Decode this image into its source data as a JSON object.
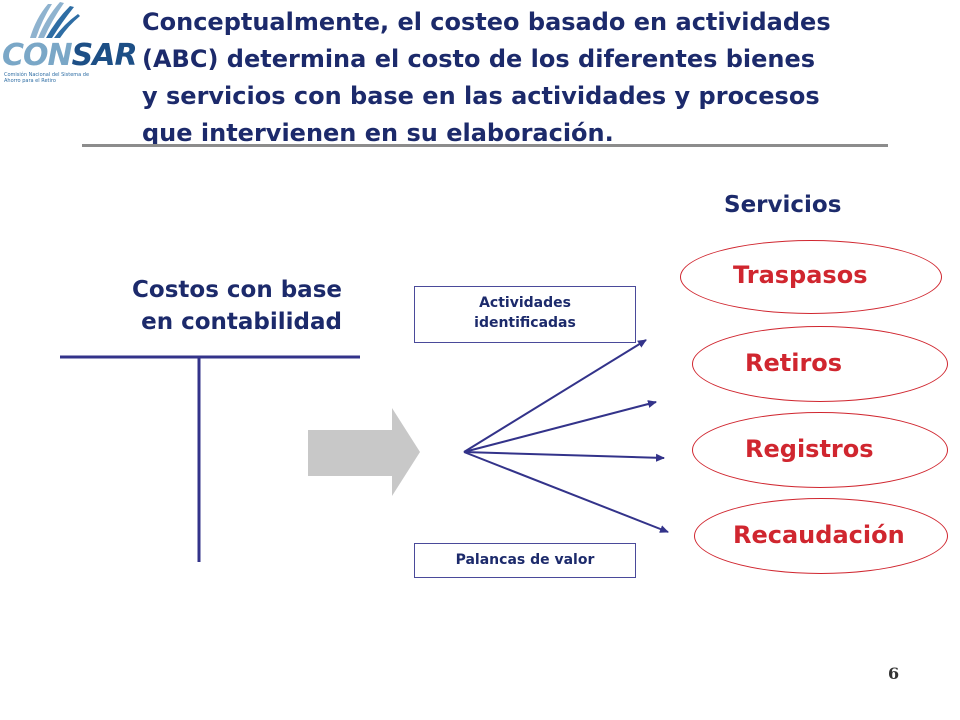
{
  "logo": {
    "text_con": "CON",
    "text_sar": "SAR",
    "subtitle": "Comisión Nacional del Sistema de Ahorro para el Retiro"
  },
  "title": {
    "line1": "Conceptualmente, el costeo basado en actividades",
    "line2": "(ABC) determina  el costo de los diferentes bienes",
    "line3": "y servicios con base en las actividades y procesos",
    "line4": "que intervienen en su elaboración."
  },
  "ledger": {
    "line1": "Costos con base",
    "line2": "en contabilidad"
  },
  "boxes": {
    "actividades_line1": "Actividades",
    "actividades_line2": "identificadas",
    "palancas": "Palancas de valor"
  },
  "servicios": {
    "title": "Servicios",
    "items": [
      "Traspasos",
      "Retiros",
      "Registros",
      "Recaudación"
    ]
  },
  "colors": {
    "navy": "#1c2a6b",
    "red": "#d0262f",
    "arrow_gray": "#c8c8c8",
    "line_blue": "#33338a"
  },
  "page_number": "6"
}
